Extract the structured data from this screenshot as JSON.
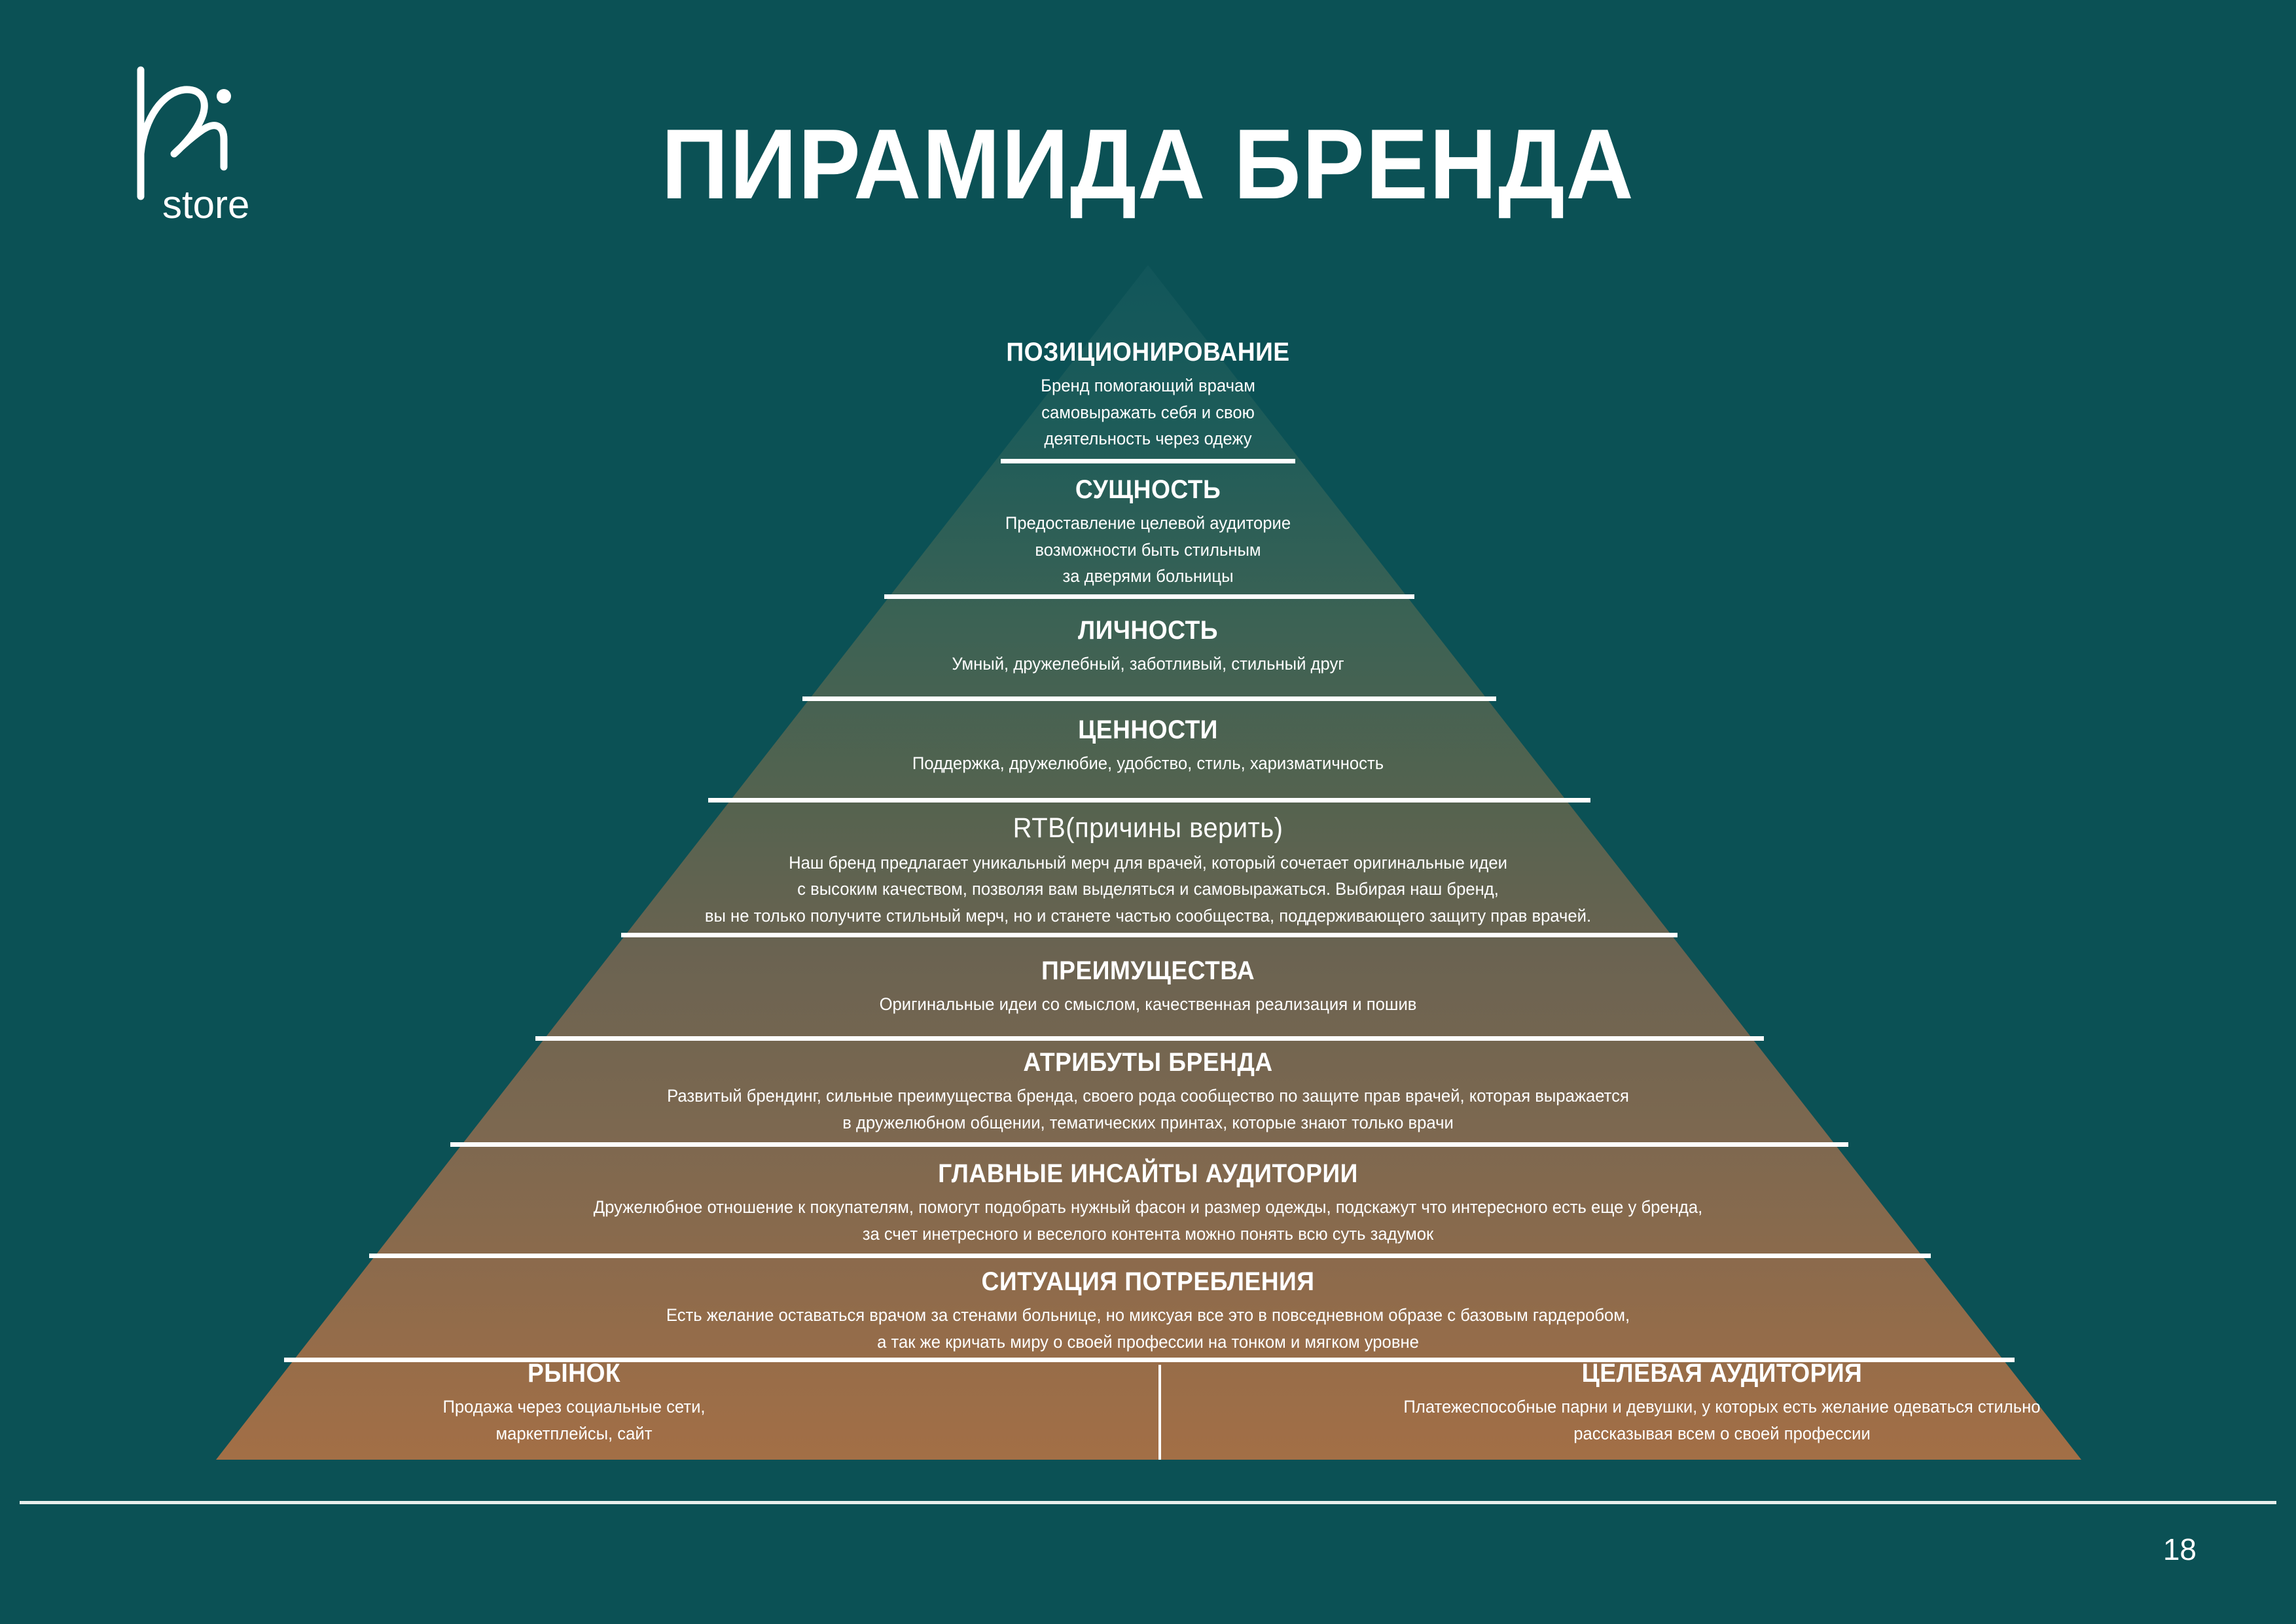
{
  "slide": {
    "background_color": "#0B5155",
    "title": "ПИРАМИДА БРЕНДА",
    "page_number": "18",
    "logo": {
      "mark": "hai-monogram-icon",
      "wordmark": "store"
    }
  },
  "pyramid": {
    "apex_color": "#14575A",
    "mid_color": "#6B6351",
    "base_color": "#A06E45",
    "levels": [
      {
        "id": "positioning",
        "heading": "ПОЗИЦИОНИРОВАНИЕ",
        "body": [
          "Бренд помогающий врачам",
          "самовыражать себя и свою",
          "деятельность через одежу"
        ]
      },
      {
        "id": "essence",
        "heading": "СУЩНОСТЬ",
        "body": [
          "Предоставление целевой аудиторие",
          "возможности быть стильным",
          "за дверями больницы"
        ]
      },
      {
        "id": "personality",
        "heading": "ЛИЧНОСТЬ",
        "body": [
          "Умный, дружелебный, заботливый, стильный друг"
        ]
      },
      {
        "id": "values",
        "heading": "ЦЕННОСТИ",
        "body": [
          "Поддержка, дружелюбие, удобство, стиль, харизматичность"
        ]
      },
      {
        "id": "rtb",
        "heading": "RTB(причины верить)",
        "body": [
          "Наш бренд предлагает уникальный мерч для врачей, который сочетает оригинальные идеи",
          "с высоким качеством, позволяя вам выделяться и самовыражаться. Выбирая наш бренд,",
          "вы не только получите стильный мерч, но и станете частью сообщества, поддерживающего защиту прав врачей."
        ]
      },
      {
        "id": "benefits",
        "heading": "ПРЕИМУЩЕСТВА",
        "body": [
          "Оригинальные идеи со смыслом, качественная реализация и пошив"
        ]
      },
      {
        "id": "brand-attributes",
        "heading": "АТРИБУТЫ БРЕНДА",
        "body": [
          "Развитый брендинг, сильные преимущества бренда, своего рода сообщество по защите прав врачей, которая выражается",
          "в дружелюбном общении, тематических принтах, которые знают только врачи"
        ]
      },
      {
        "id": "audience-insights",
        "heading": "ГЛАВНЫЕ ИНСАЙТЫ АУДИТОРИИ",
        "body": [
          "Дружелюбное отношение к покупателям, помогут подобрать нужный фасон и размер одежды, подскажут что интересного есть еще у бренда,",
          "за счет инетресного и веселого контента можно понять всю суть задумок"
        ]
      },
      {
        "id": "consumption-situation",
        "heading": "СИТУАЦИЯ ПОТРЕБЛЕНИЯ",
        "body": [
          "Есть желание оставаться врачом за стенами больнице, но миксуая все это в повседневном образе с базовым гардеробом,",
          "а так же кричать миру о своей профессии на тонком и мягком уровне"
        ]
      }
    ],
    "base_row": [
      {
        "id": "market",
        "heading": "РЫНОК",
        "body": [
          "Продажа через социальные сети,",
          "маркетплейсы, сайт"
        ]
      },
      {
        "id": "target-audience",
        "heading": "ЦЕЛЕВАЯ АУДИТОРИЯ",
        "body": [
          "Платежеспособные парни и девушки, у которых есть желание одеваться стильно",
          "рассказывая всем о своей профессии"
        ]
      }
    ]
  }
}
